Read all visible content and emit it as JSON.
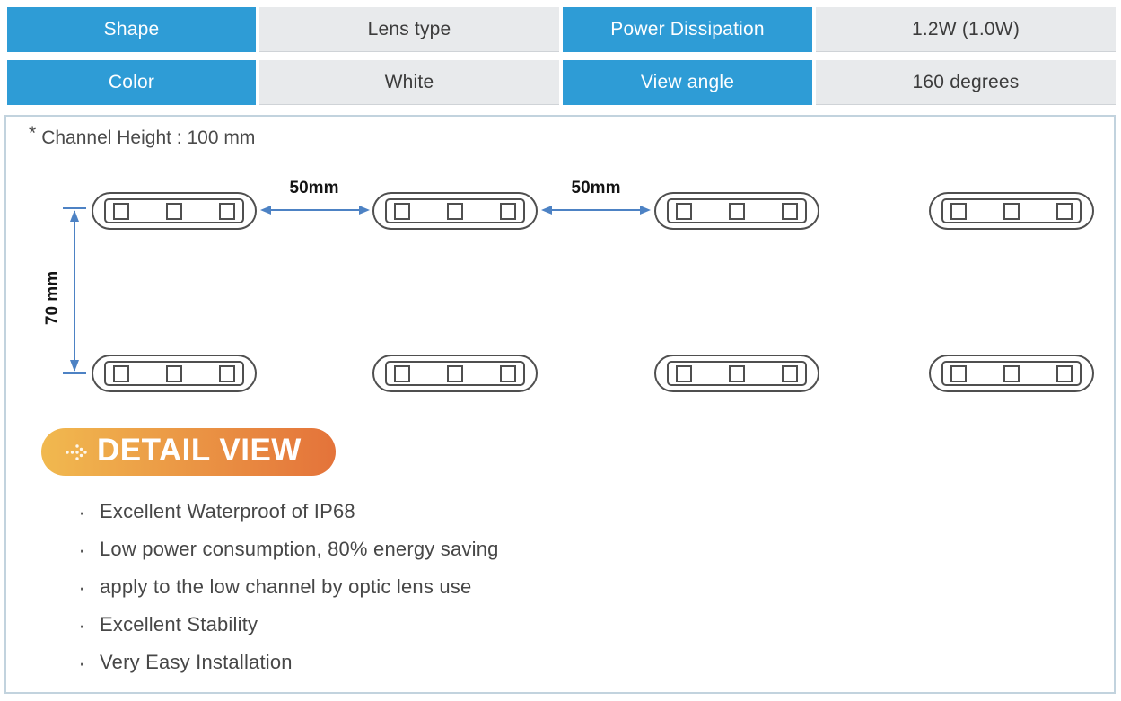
{
  "spec_table": {
    "row1": {
      "c1": "Shape",
      "c2": "Lens type",
      "c3": "Power Dissipation",
      "c4": "1.2W (1.0W)"
    },
    "row2": {
      "c1": "Color",
      "c2": "White",
      "c3": "View angle",
      "c4": "160 degrees"
    }
  },
  "diagram": {
    "note_star": "*",
    "note_text": "Channel Height : 100 mm",
    "dim_spacing_1": "50mm",
    "dim_spacing_2": "50mm",
    "dim_row_gap": "70 mm"
  },
  "detail_view": {
    "badge_label": "DETAIL VIEW",
    "bullet_glyph": "·",
    "bullets": [
      "Excellent Waterproof of IP68",
      "Low power consumption, 80% energy saving",
      "apply to the low channel by optic lens use",
      "Excellent Stability",
      "Very Easy Installation"
    ]
  },
  "colors": {
    "header_blue": "#2e9cd6",
    "cell_gray": "#e8eaec",
    "arrow_blue": "#4d82c4",
    "badge_gradient_start": "#f1b94f",
    "badge_gradient_end": "#e4733a",
    "panel_border": "#c2d3de"
  }
}
